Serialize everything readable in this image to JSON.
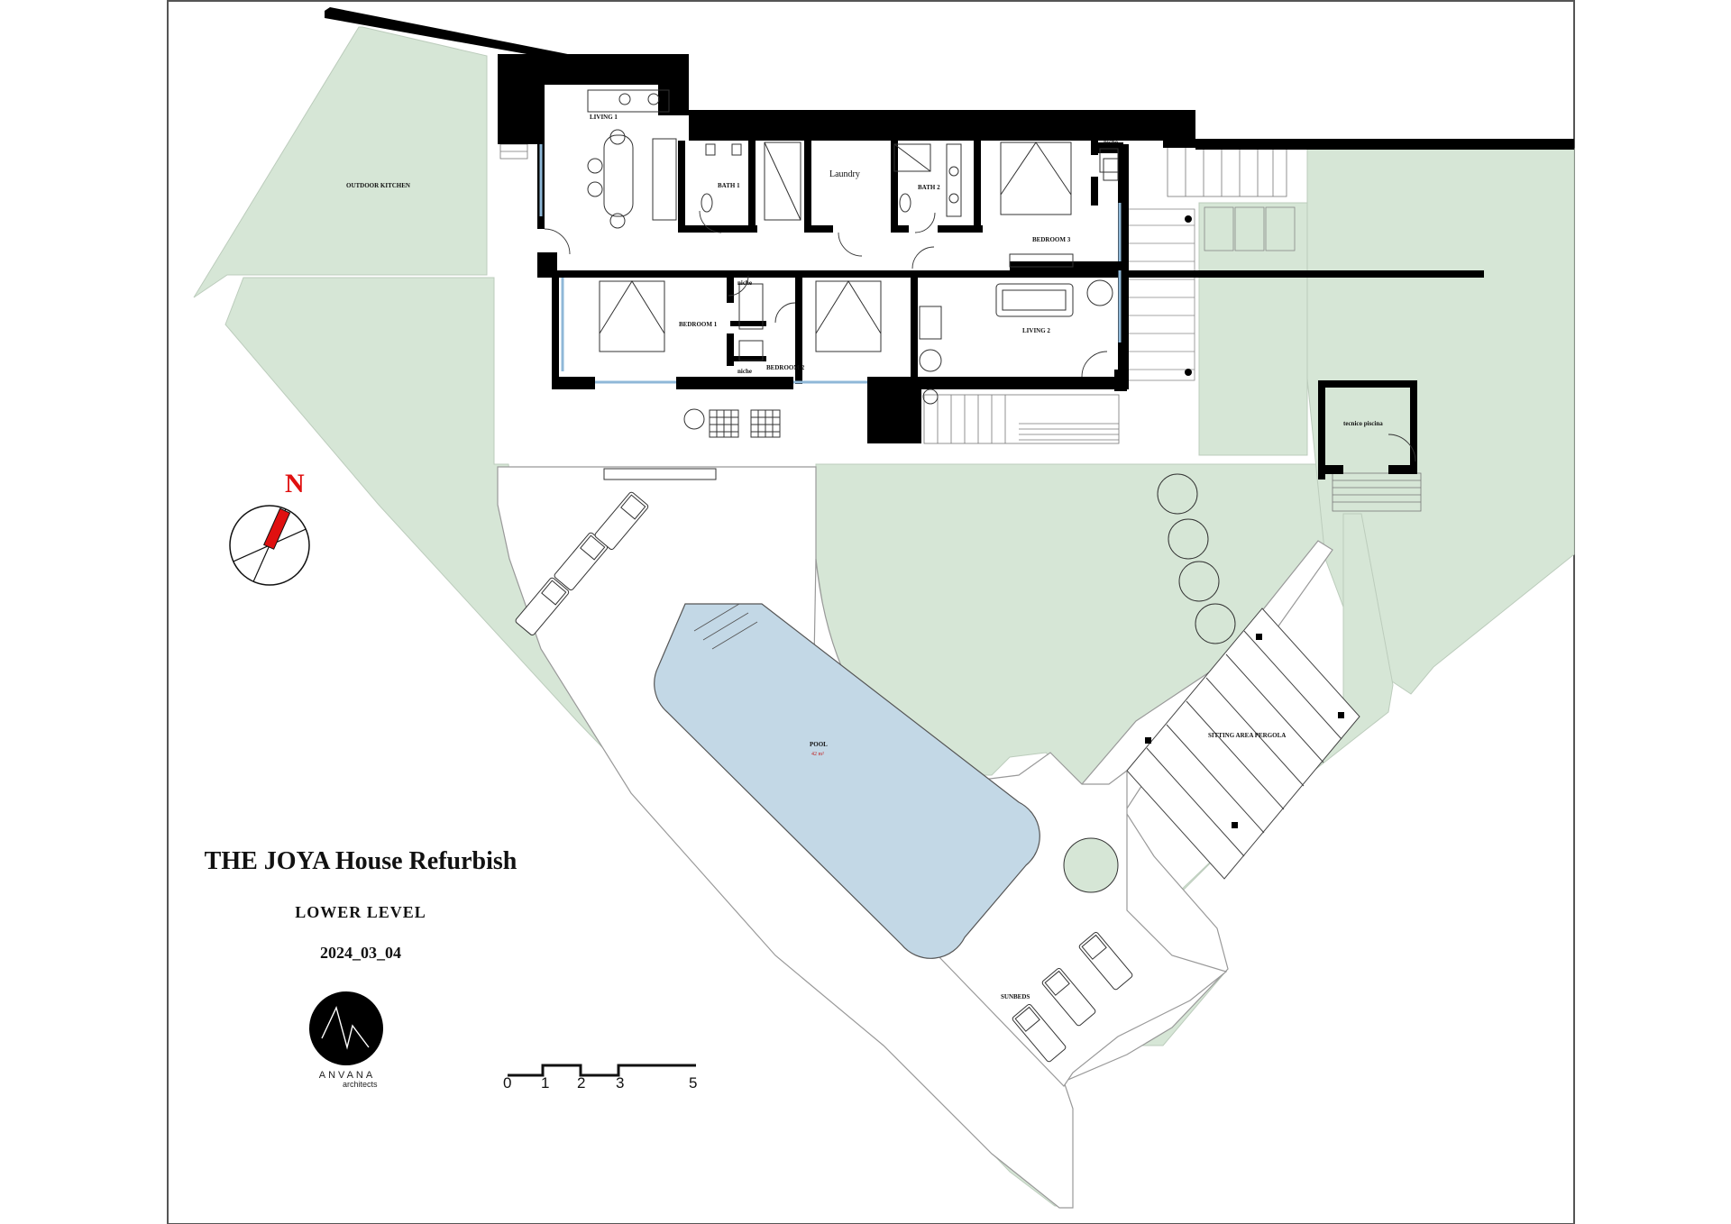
{
  "title": "THE JOYA House Refurbish",
  "level": "LOWER  LEVEL",
  "date": "2024_03_04",
  "north_label": "N",
  "logo": {
    "name": "ANVANA",
    "sub": "architects"
  },
  "scale": {
    "ticks": [
      "0",
      "1",
      "2",
      "3",
      "5"
    ]
  },
  "rooms": {
    "living1": "LIVING 1",
    "bath1": "BATH 1",
    "laundry": "Laundry",
    "bath2": "BATH 2",
    "bedroom3": "BEDROOM 3",
    "bedroom1": "BEDROOM 1",
    "bedroom2": "BEDROOM 2",
    "living2": "LIVING 2",
    "niche1": "niche",
    "niche2": "niche",
    "niche3": "niche",
    "outdoor_kitchen": "OUTDOOR KITCHEN",
    "tecnico_piscina": "tecnico piscina",
    "pool": "POOL",
    "pool_area": "42 m²",
    "pergola": "SITTING AREA PERGOLA",
    "sunbeds": "SUNBEDS"
  },
  "colors": {
    "garden": "#d6e6d6",
    "pool": "#c3d8e6",
    "wall": "#000000",
    "north": "#e01010",
    "glass": "#8fb8d8"
  }
}
